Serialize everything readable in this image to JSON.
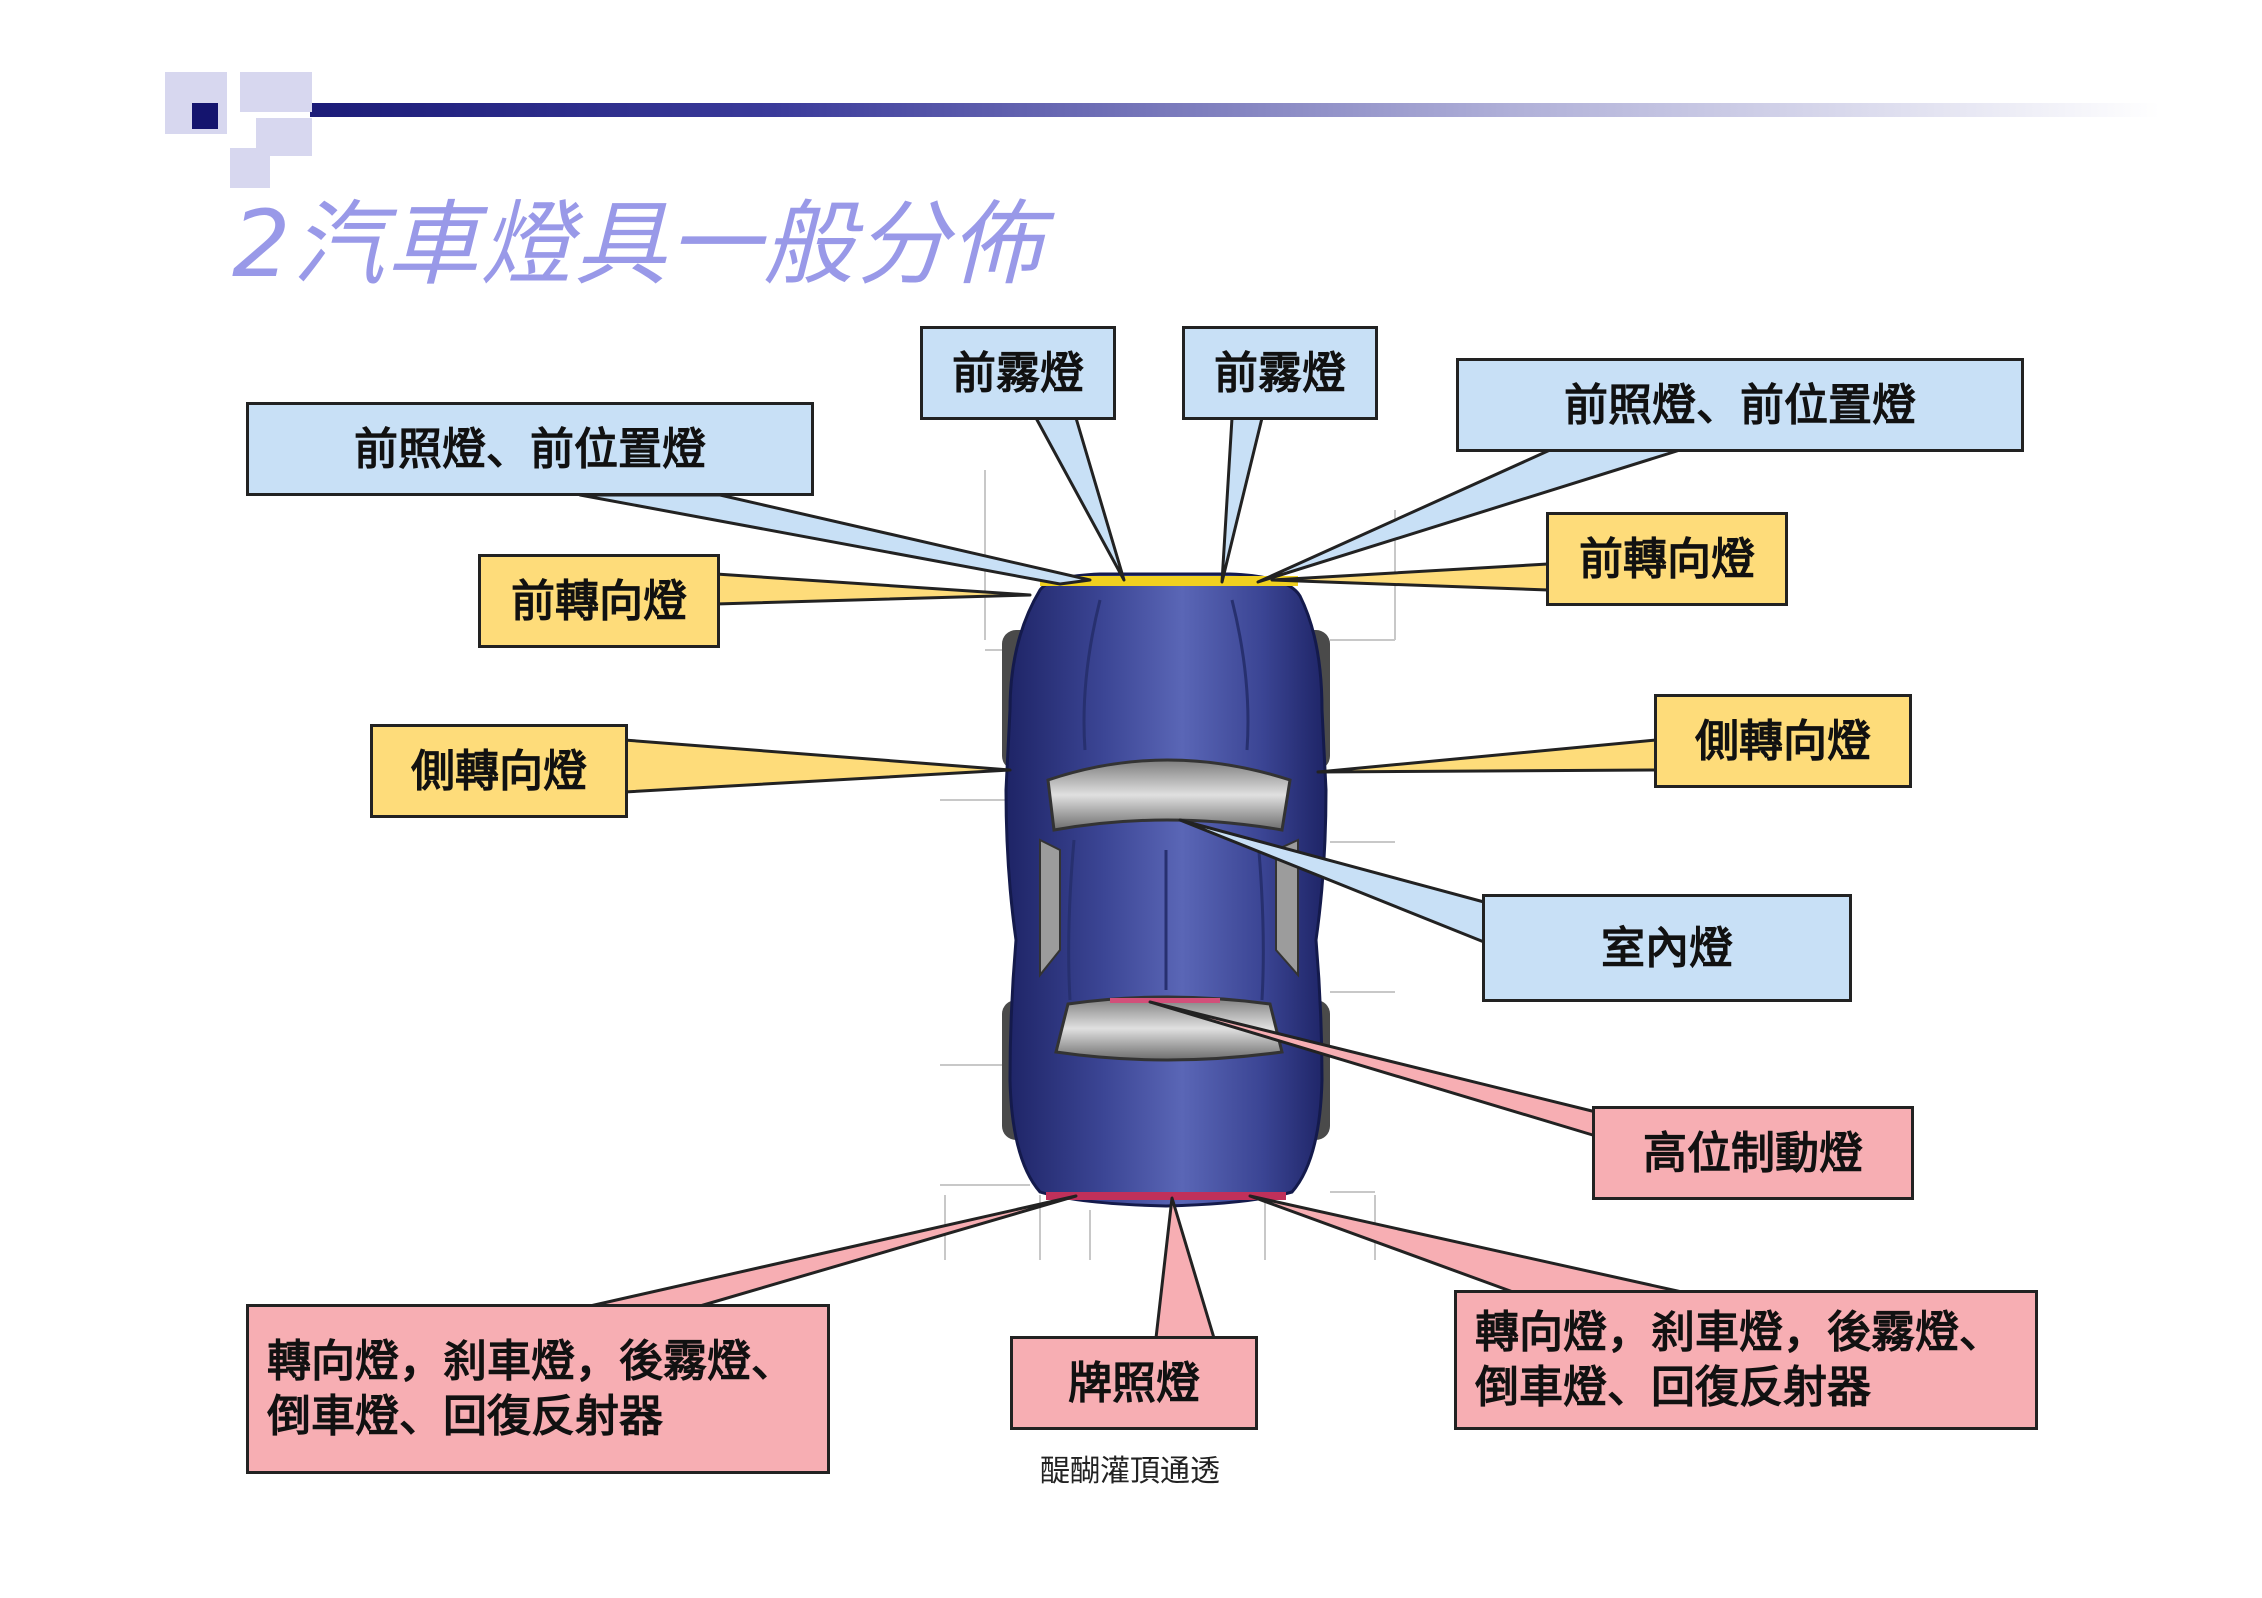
{
  "slide": {
    "title": "2汽車燈具一般分佈",
    "footer": "醍醐灌頂通透"
  },
  "colors": {
    "blue_box": "#c8e0f6",
    "yellow_box": "#fedc7a",
    "red_box": "#f7aeb3",
    "car_body": "#3b4594",
    "title": "#9999e8"
  },
  "labels": {
    "front_fog_left": "前霧燈",
    "front_fog_right": "前霧燈",
    "headlight_left": "前照燈、前位置燈",
    "headlight_right": "前照燈、前位置燈",
    "front_turn_left": "前轉向燈",
    "front_turn_right": "前轉向燈",
    "side_turn_left": "側轉向燈",
    "side_turn_right": "側轉向燈",
    "interior": "室內燈",
    "high_brake": "高位制動燈",
    "license": "牌照燈",
    "rear_left_line1": "轉向燈，刹車燈，後霧燈、",
    "rear_left_line2": "倒車燈、回復反射器",
    "rear_right_line1": "轉向燈，刹車燈，後霧燈、",
    "rear_right_line2": "倒車燈、回復反射器"
  }
}
